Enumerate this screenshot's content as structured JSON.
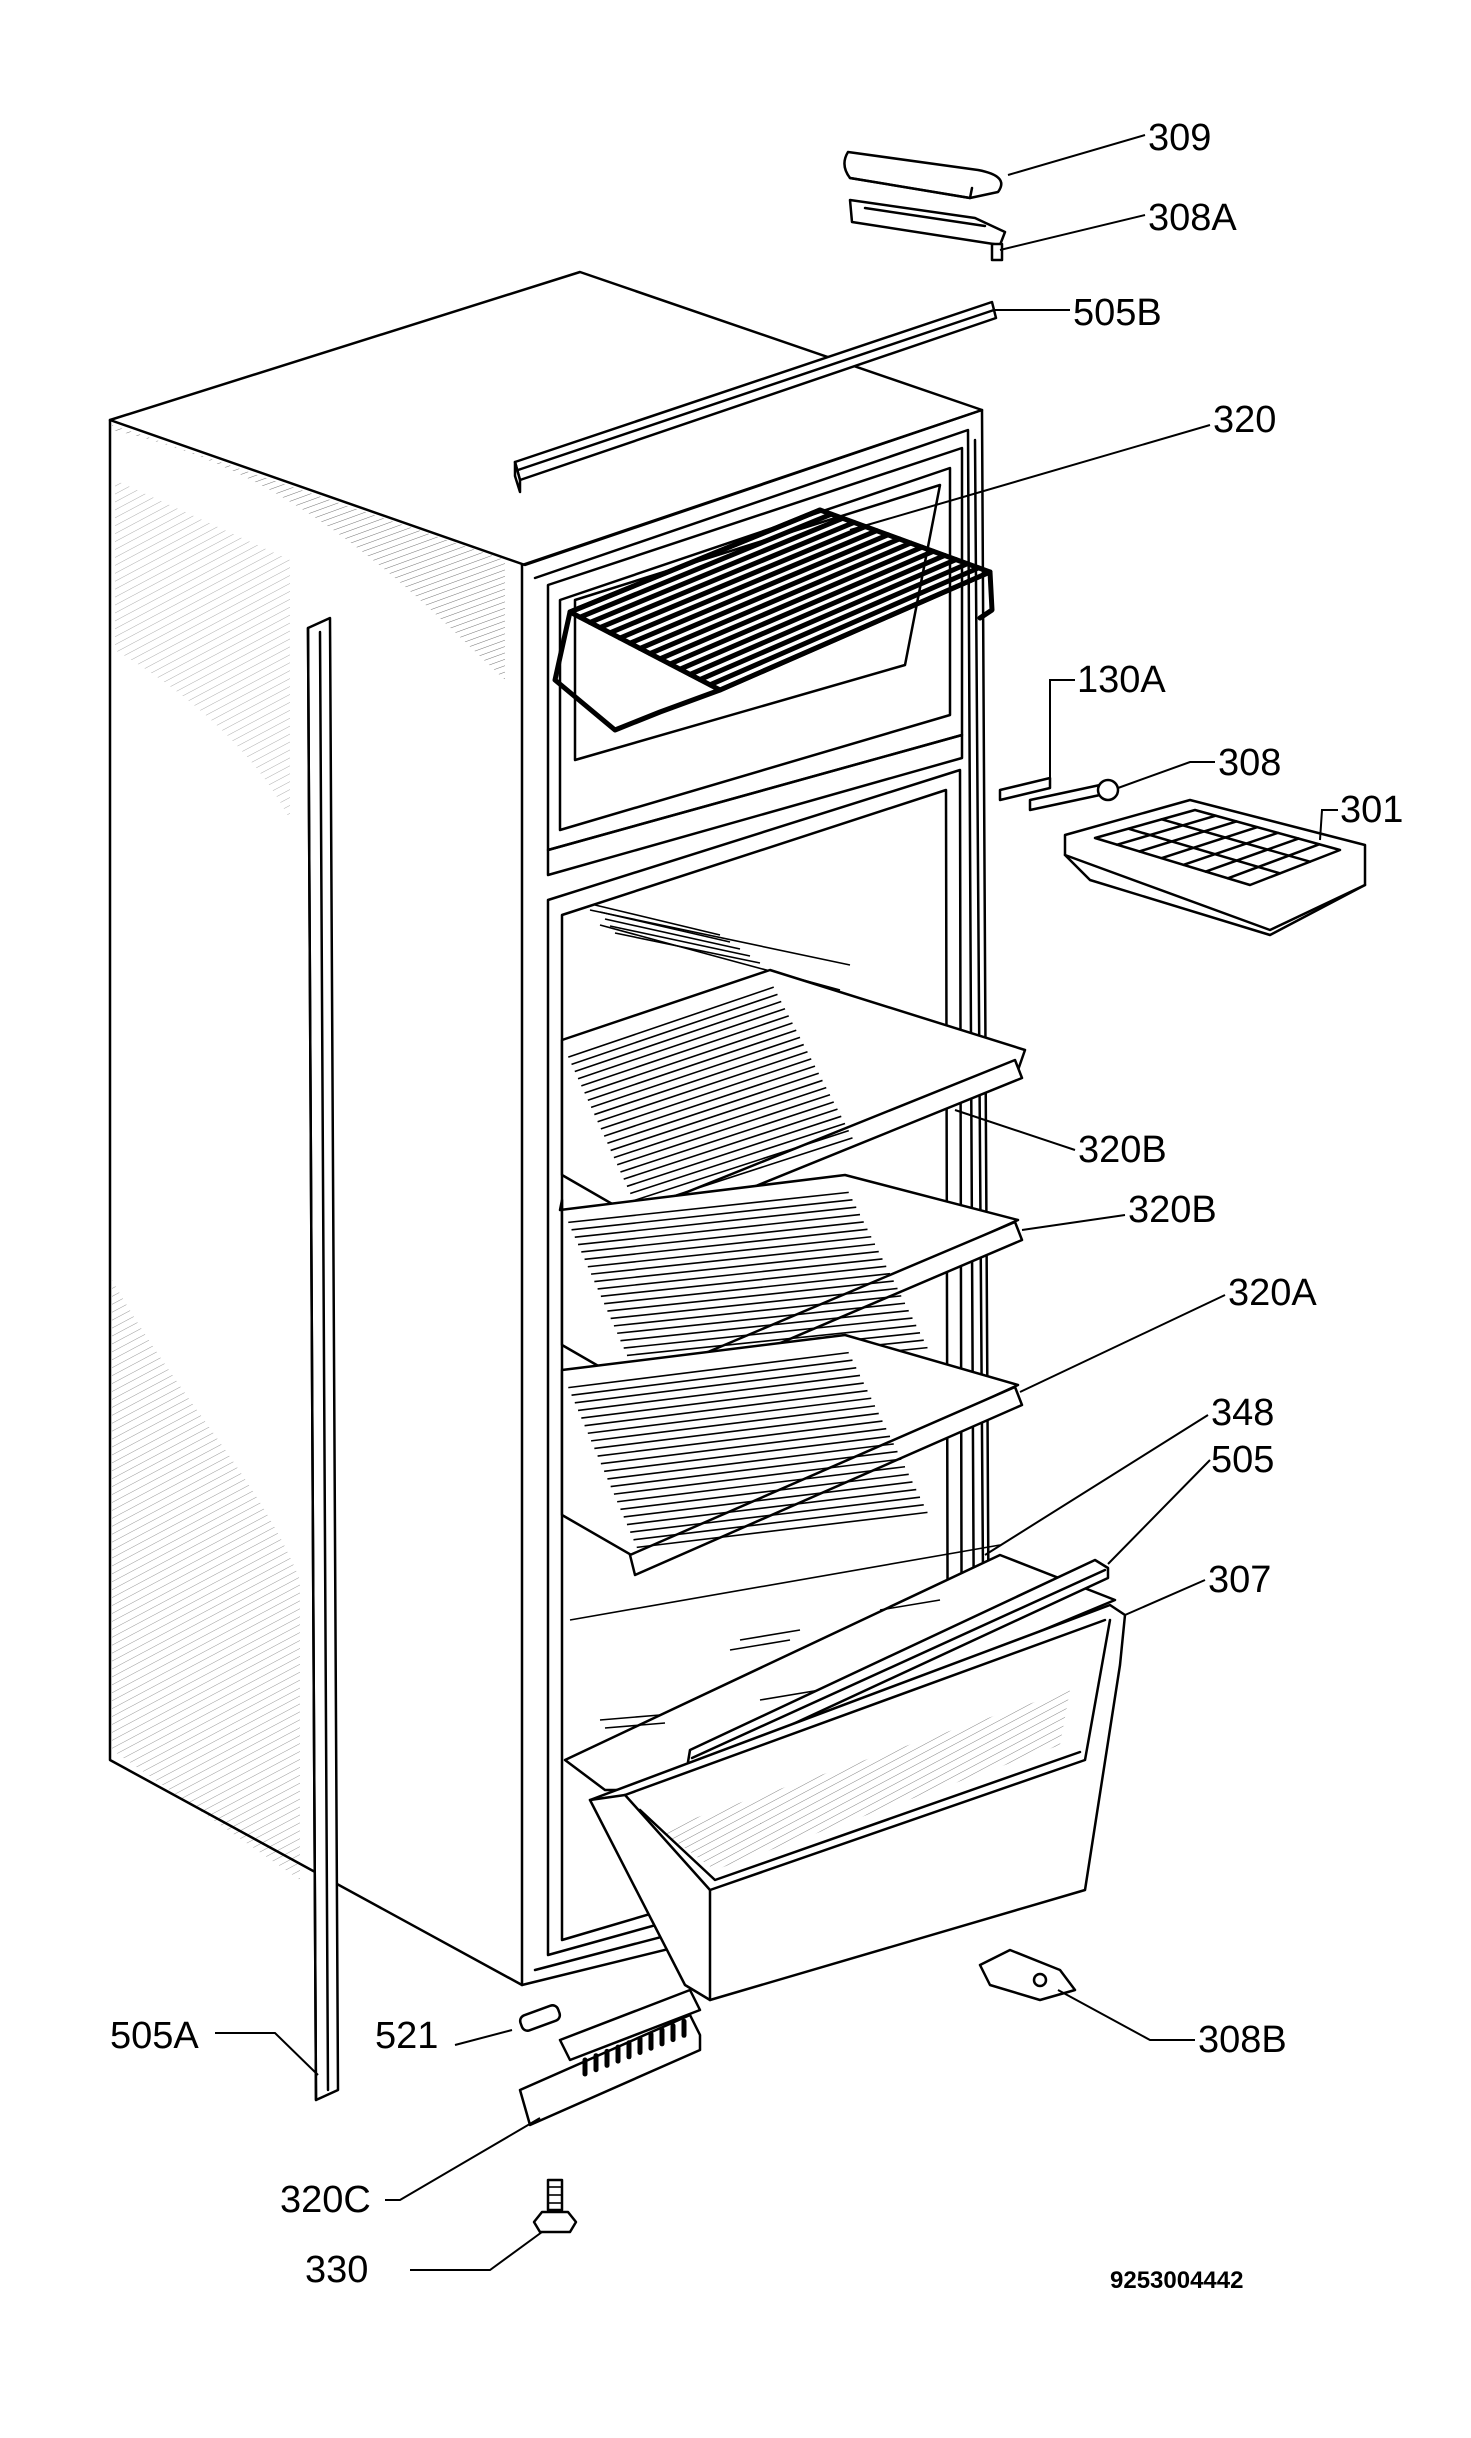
{
  "labels": {
    "l309": "309",
    "l308a": "308A",
    "l505b": "505B",
    "l320": "320",
    "l130a": "130A",
    "l308": "308",
    "l301": "301",
    "l320b_1": "320B",
    "l320b_2": "320B",
    "l320a": "320A",
    "l348": "348",
    "l505": "505",
    "l307": "307",
    "l505a": "505A",
    "l521": "521",
    "l308b": "308B",
    "l320c": "320C",
    "l330": "330",
    "docnum": "9253004442"
  }
}
